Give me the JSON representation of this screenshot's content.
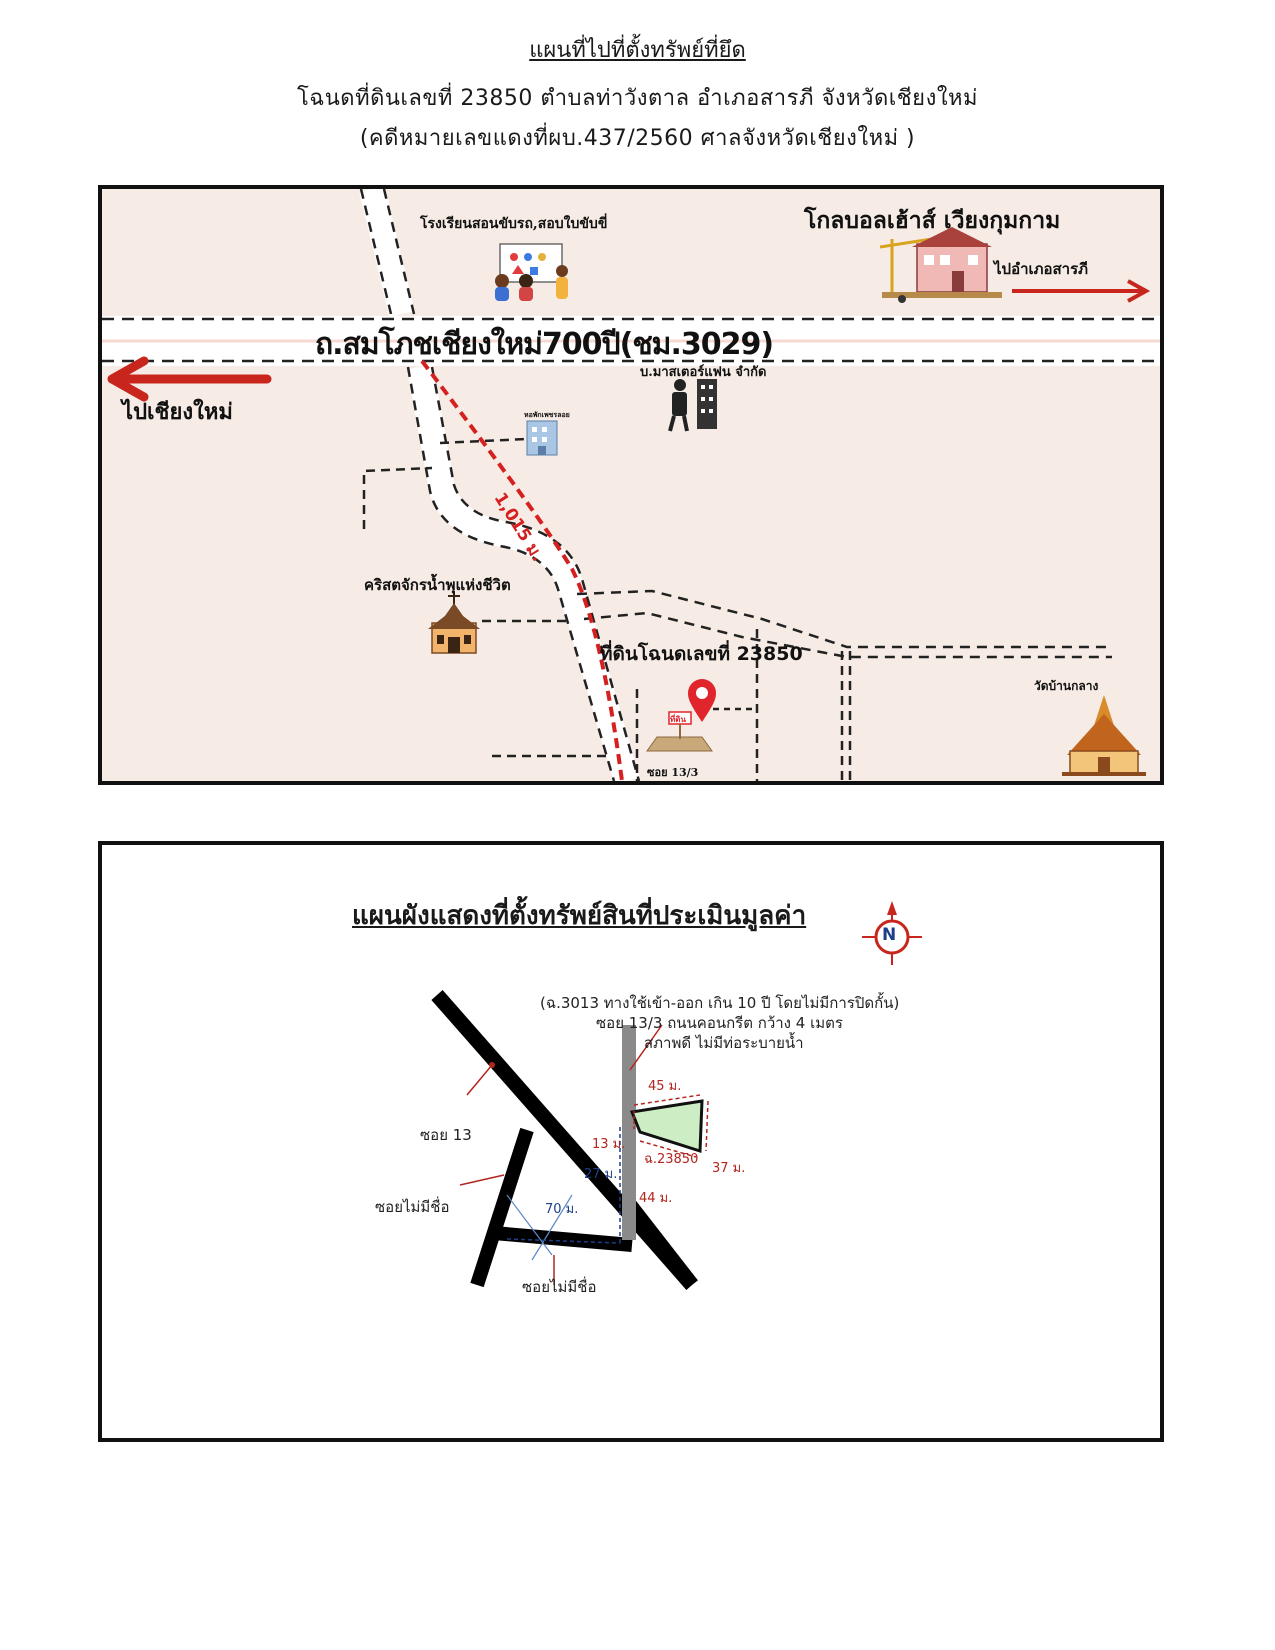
{
  "header": {
    "title": "แผนที่ไปที่ตั้งทรัพย์ที่ยึด",
    "deed_line": "โฉนดที่ดินเลขที่ 23850 ตำบลท่าวังตาล  อำเภอสารภี  จังหวัดเชียงใหม่",
    "case_line": "(คดีหมายเลขแดงที่ผบ.437/2560  ศาลจังหวัดเชียงใหม่ )"
  },
  "map": {
    "main_road": "ถ.สมโภชเชียงใหม่700ปี(ชม.3029)",
    "to_chiangmai": "ไปเชียงใหม่",
    "to_saraphi": "ไปอำเภอสารภี",
    "global_house": "โกลบอลเฮ้าส์ เวียงกุมกาม",
    "driving_school": "โรงเรียนสอนขับรถ,สอบใบขับขี่",
    "company": "บ.มาสเตอร์แฟน จำกัด",
    "small_building": "หอพักเพชรลอย",
    "church": "คริสตจักรน้ำพุแห่งชีวิต",
    "distance": "1,015 ม.",
    "land_label": "ที่ดินโฉนดเลขที่ 23850",
    "sign": "ที่ดิน",
    "soi": "ซอย 13/3",
    "temple": "วัดบ้านกลาง",
    "colors": {
      "route": "#d61f1f",
      "arrow": "#c8261c",
      "pin": "#e0262c",
      "background": "#f6ece5"
    }
  },
  "plan": {
    "title": "แผนผังแสดงที่ตั้งทรัพย์สินที่ประเมินมูลค่า",
    "north": "N",
    "note_line1": "(ฉ.3013 ทางใช้เข้า-ออก เกิน 10 ปี โดยไม่มีการปิดกั้น)",
    "note_line2": "ซอย 13/3 ถนนคอนกรีต กว้าง 4 เมตร",
    "note_line3": "สภาพดี ไม่มีท่อระบายน้ำ",
    "soi13": "ซอย 13",
    "soi_noname_1": "ซอยไม่มีชื่อ",
    "soi_noname_2": "ซอยไม่มีชื่อ",
    "dim_70": "70 ม.",
    "dim_27": "27 ม.",
    "dim_13": "13 ม.",
    "dim_45": "45 ม.",
    "dim_37": "37 ม.",
    "dim_44": "44 ม.",
    "parcel": "ฉ.23850",
    "colors": {
      "parcel_fill": "#cdeec4",
      "dim_red": "#b3261e",
      "dim_blue": "#1d3f8a"
    }
  }
}
